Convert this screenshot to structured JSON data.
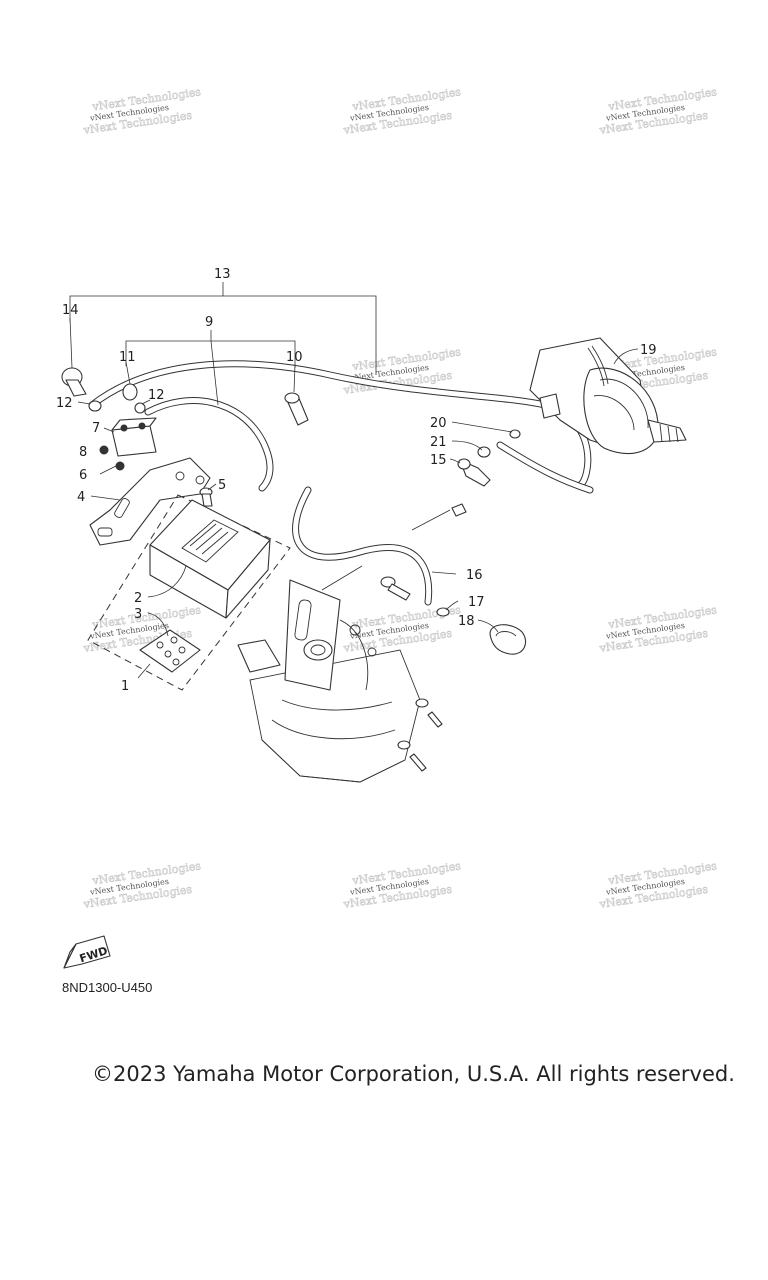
{
  "watermark": {
    "text": "vNext Technologies"
  },
  "callouts": [
    "1",
    "2",
    "3",
    "4",
    "5",
    "6",
    "7",
    "8",
    "9",
    "10",
    "11",
    "12",
    "12",
    "13",
    "14",
    "15",
    "16",
    "17",
    "18",
    "19",
    "20",
    "21"
  ],
  "fwd_badge": {
    "label": "FWD"
  },
  "diagram_code": "8ND1300-U450",
  "copyright": "©2023 Yamaha Motor Corporation, U.S.A. All rights reserved."
}
